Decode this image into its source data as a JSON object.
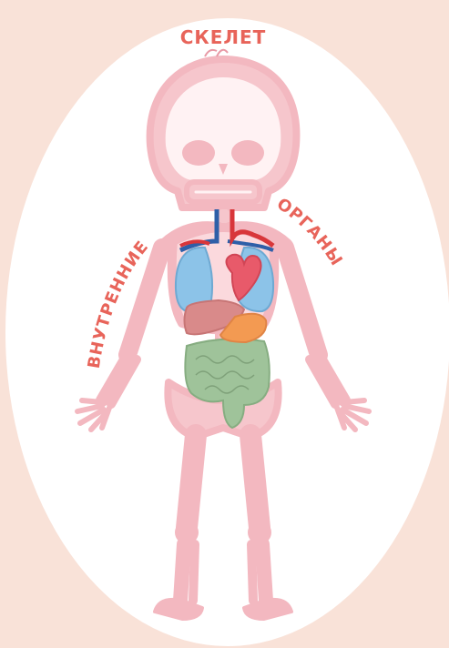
{
  "labels": {
    "skeleton": "СКЕЛЕТ",
    "internal": "ВНУТРЕННИЕ",
    "organs": "ОРГАНЫ"
  },
  "colors": {
    "background": "#f9e2d8",
    "oval": "#ffffff",
    "skeleton": "#f3b8c0",
    "skeleton_outline": "#e89aa6",
    "label": "#e8645a",
    "lungs": "#8cc3e8",
    "heart": "#e85a6a",
    "liver": "#d98a8a",
    "stomach": "#f39a52",
    "intestines": "#9fc39a",
    "artery": "#d8363a",
    "vein": "#2e5fa8"
  }
}
